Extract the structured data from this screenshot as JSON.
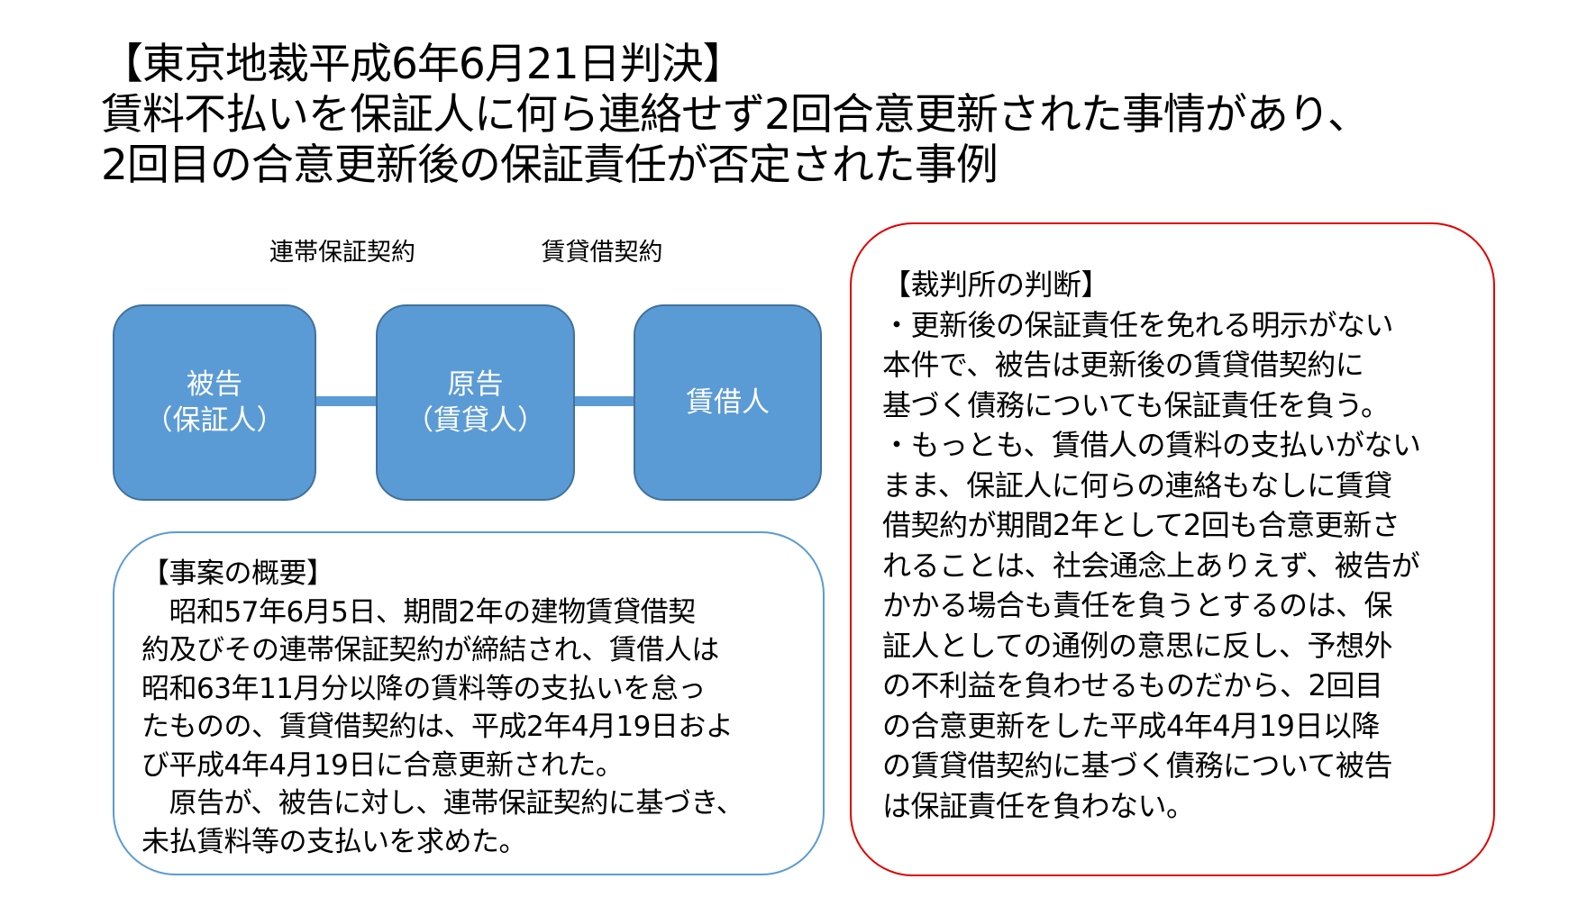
{
  "title": {
    "line1": "【東京地裁平成6年6月21日判決】",
    "line2": "賃料不払いを保証人に何ら連絡せず2回合意更新された事情があり、",
    "line3": "2回目の合意更新後の保証責任が否定された事例"
  },
  "diagram": {
    "label_guarantee": "連帯保証契約",
    "label_lease": "賃貸借契約",
    "defendant": {
      "line1": "被告",
      "line2": "（保証人）"
    },
    "plaintiff": {
      "line1": "原告",
      "line2": "（賃貸人）"
    },
    "lessee": "賃借人",
    "colors": {
      "fill": "#5b9bd5",
      "border": "#41719c"
    }
  },
  "summary": {
    "heading": "【事案の概要】",
    "lines": [
      "　昭和57年6月5日、期間2年の建物賃貸借契",
      "約及びその連帯保証契約が締結され、賃借人は",
      "昭和63年11月分以降の賃料等の支払いを怠っ",
      "たものの、賃貸借契約は、平成2年4月19日およ",
      "び平成4年4月19日に合意更新された。",
      "　原告が、被告に対し、連帯保証契約に基づき、",
      "未払賃料等の支払いを求めた。"
    ]
  },
  "judgment": {
    "heading": "【裁判所の判断】",
    "lines": [
      "・更新後の保証責任を免れる明示がない",
      "本件で、被告は更新後の賃貸借契約に",
      "基づく債務についても保証責任を負う。",
      "・もっとも、賃借人の賃料の支払いがない",
      "まま、保証人に何らの連絡もなしに賃貸",
      "借契約が期間2年として2回も合意更新さ",
      "れることは、社会通念上ありえず、被告が",
      "かかる場合も責任を負うとするのは、保",
      "証人としての通例の意思に反し、予想外",
      "の不利益を負わせるものだから、2回目",
      "の合意更新をした平成4年4月19日以降",
      "の賃貸借契約に基づく債務について被告",
      "は保証責任を負わない。"
    ]
  }
}
